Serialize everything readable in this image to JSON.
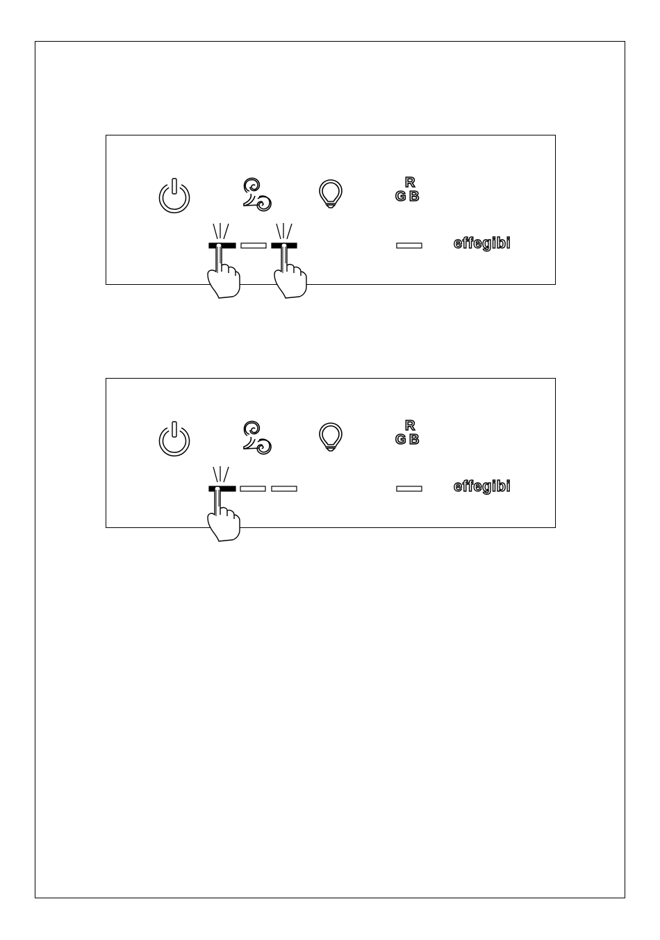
{
  "brand": {
    "logo_text": "effegibi"
  },
  "icons": {
    "power": "power-icon",
    "fan": "fan-swirl-icon",
    "light": "light-bulb-icon",
    "rgb": "rgb-icon",
    "hand": "pointing-hand-icon"
  },
  "rgb_label": {
    "r": "R",
    "g": "G",
    "b": "B"
  },
  "colors": {
    "ink": "#000000",
    "paper": "#ffffff"
  },
  "panels": [
    {
      "id": "panel-1",
      "speed_leds": [
        {
          "state": "on"
        },
        {
          "state": "off"
        },
        {
          "state": "on"
        }
      ],
      "light_led": {
        "state": "off"
      },
      "pressed_leds": [
        1,
        3
      ]
    },
    {
      "id": "panel-2",
      "speed_leds": [
        {
          "state": "on"
        },
        {
          "state": "off"
        },
        {
          "state": "off"
        }
      ],
      "light_led": {
        "state": "off"
      },
      "pressed_leds": [
        1
      ]
    }
  ]
}
